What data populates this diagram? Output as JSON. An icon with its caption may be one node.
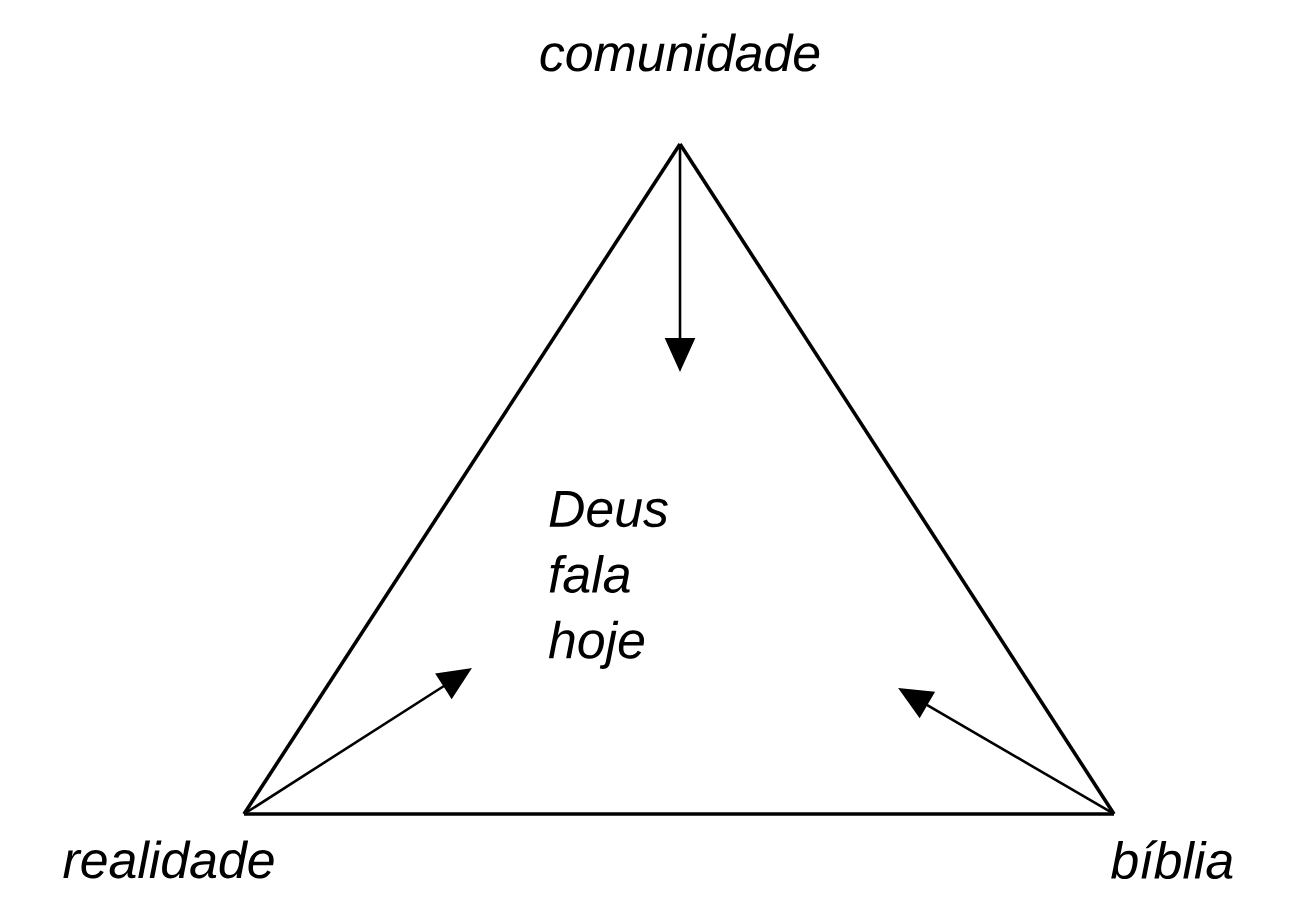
{
  "diagram": {
    "nodes": [
      {
        "text": [
          "comunidade"
        ]
      },
      {
        "text": [
          "realidade"
        ]
      },
      {
        "text": [
          "bíblia"
        ]
      },
      {
        "text": [
          "Deus fala hoje"
        ]
      }
    ],
    "edges": [
      {
        "from": 0,
        "to": 1,
        "arrow": "none"
      },
      {
        "from": 1,
        "to": 2,
        "arrow": "none"
      },
      {
        "from": 2,
        "to": 0,
        "arrow": "none"
      },
      {
        "from": 0,
        "to": null,
        "arrow": "to"
      },
      {
        "from": 1,
        "to": null,
        "arrow": "to"
      },
      {
        "from": 2,
        "to": null,
        "arrow": "to"
      }
    ]
  }
}
